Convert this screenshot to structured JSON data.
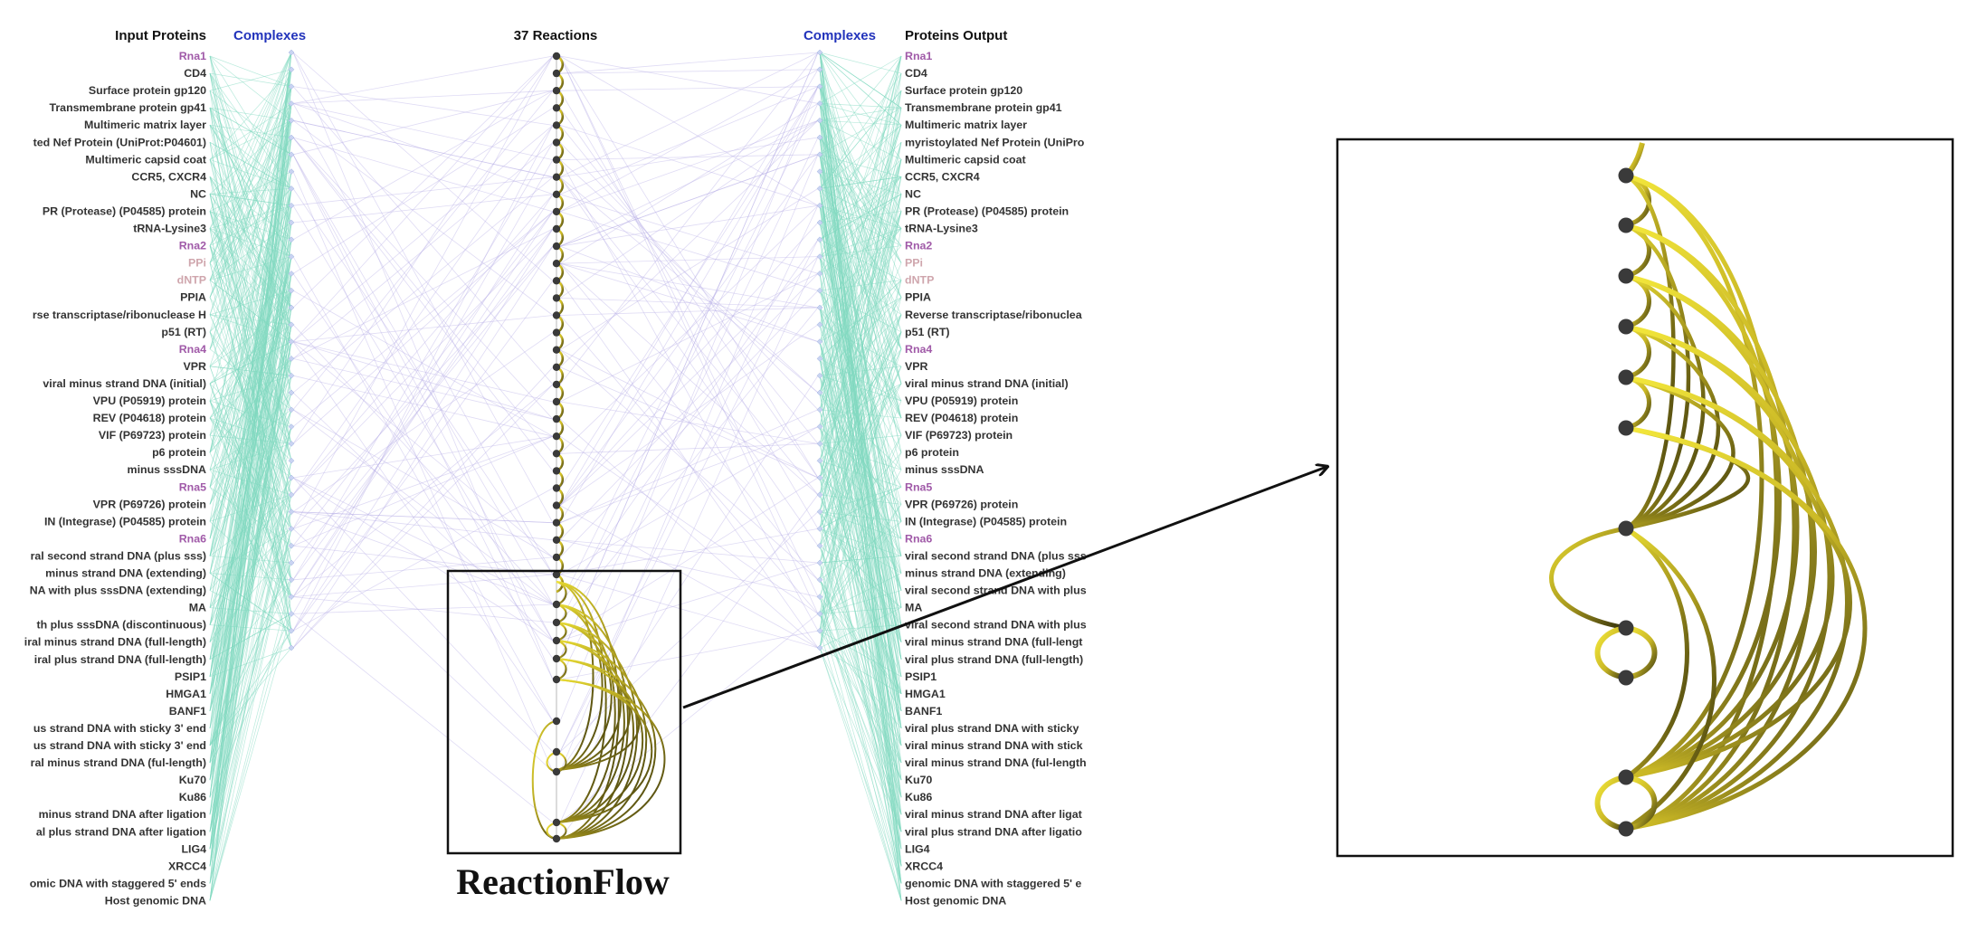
{
  "headers": {
    "input_proteins": "Input Proteins",
    "complexes_left": "Complexes",
    "reactions": "37 Reactions",
    "complexes_right": "Complexes",
    "proteins_output": "Proteins Output"
  },
  "brand": "ReactionFlow",
  "colors": {
    "header_text": "#111111",
    "complex_header": "#2233bb",
    "protein_text": "#333333",
    "rna_text": "#a05aa8",
    "faded_text": "#cfa6ad",
    "teal_links": "#7fd8c0",
    "lavender_links": "#b7b0e6",
    "reaction_node": "#3a3a3a",
    "arc_light": "#f2e63a",
    "arc_dark": "#3d3a10"
  },
  "input_proteins": [
    {
      "label": "Rna1",
      "style": "rna"
    },
    {
      "label": "CD4",
      "style": "normal"
    },
    {
      "label": "Surface protein gp120",
      "style": "normal"
    },
    {
      "label": "Transmembrane protein gp41",
      "style": "normal"
    },
    {
      "label": "Multimeric matrix layer",
      "style": "normal"
    },
    {
      "label": "ted Nef Protein (UniProt:P04601)",
      "style": "normal"
    },
    {
      "label": "Multimeric capsid coat",
      "style": "normal"
    },
    {
      "label": "CCR5, CXCR4",
      "style": "normal"
    },
    {
      "label": "NC",
      "style": "normal"
    },
    {
      "label": "PR (Protease) (P04585) protein",
      "style": "normal"
    },
    {
      "label": "tRNA-Lysine3",
      "style": "normal"
    },
    {
      "label": "Rna2",
      "style": "rna"
    },
    {
      "label": "PPi",
      "style": "faded"
    },
    {
      "label": "dNTP",
      "style": "faded"
    },
    {
      "label": "PPIA",
      "style": "normal"
    },
    {
      "label": "rse transcriptase/ribonuclease H",
      "style": "normal"
    },
    {
      "label": "p51 (RT)",
      "style": "normal"
    },
    {
      "label": "Rna4",
      "style": "rna"
    },
    {
      "label": "VPR",
      "style": "normal"
    },
    {
      "label": "viral minus strand DNA (initial)",
      "style": "normal"
    },
    {
      "label": "VPU (P05919) protein",
      "style": "normal"
    },
    {
      "label": "REV (P04618) protein",
      "style": "normal"
    },
    {
      "label": "VIF (P69723) protein",
      "style": "normal"
    },
    {
      "label": "p6 protein",
      "style": "normal"
    },
    {
      "label": "minus sssDNA",
      "style": "normal"
    },
    {
      "label": "Rna5",
      "style": "rna"
    },
    {
      "label": "VPR (P69726) protein",
      "style": "normal"
    },
    {
      "label": "IN (Integrase) (P04585) protein",
      "style": "normal"
    },
    {
      "label": "Rna6",
      "style": "rna"
    },
    {
      "label": "ral second strand DNA (plus sss)",
      "style": "normal"
    },
    {
      "label": "minus strand DNA (extending)",
      "style": "normal"
    },
    {
      "label": "NA with plus sssDNA (extending)",
      "style": "normal"
    },
    {
      "label": "MA",
      "style": "normal"
    },
    {
      "label": "th plus sssDNA (discontinuous)",
      "style": "normal"
    },
    {
      "label": "iral minus strand DNA (full-length)",
      "style": "normal"
    },
    {
      "label": "iral plus strand DNA (full-length)",
      "style": "normal"
    },
    {
      "label": "PSIP1",
      "style": "normal"
    },
    {
      "label": "HMGA1",
      "style": "normal"
    },
    {
      "label": "BANF1",
      "style": "normal"
    },
    {
      "label": "us strand DNA with sticky 3' end",
      "style": "normal"
    },
    {
      "label": "us strand DNA with sticky 3' end",
      "style": "normal"
    },
    {
      "label": "ral minus strand DNA (ful-length)",
      "style": "normal"
    },
    {
      "label": "Ku70",
      "style": "normal"
    },
    {
      "label": "Ku86",
      "style": "normal"
    },
    {
      "label": "minus strand DNA after ligation",
      "style": "normal"
    },
    {
      "label": "al plus strand DNA after ligation",
      "style": "normal"
    },
    {
      "label": "LIG4",
      "style": "normal"
    },
    {
      "label": "XRCC4",
      "style": "normal"
    },
    {
      "label": "omic DNA with staggered 5' ends",
      "style": "normal"
    },
    {
      "label": "Host genomic DNA",
      "style": "normal"
    }
  ],
  "output_proteins": [
    {
      "label": "Rna1",
      "style": "rna"
    },
    {
      "label": "CD4",
      "style": "normal"
    },
    {
      "label": "Surface protein gp120",
      "style": "normal"
    },
    {
      "label": "Transmembrane protein gp41",
      "style": "normal"
    },
    {
      "label": "Multimeric matrix layer",
      "style": "normal"
    },
    {
      "label": "myristoylated Nef Protein (UniPro",
      "style": "normal"
    },
    {
      "label": "Multimeric capsid coat",
      "style": "normal"
    },
    {
      "label": "CCR5, CXCR4",
      "style": "normal"
    },
    {
      "label": "NC",
      "style": "normal"
    },
    {
      "label": "PR (Protease) (P04585) protein",
      "style": "normal"
    },
    {
      "label": "tRNA-Lysine3",
      "style": "normal"
    },
    {
      "label": "Rna2",
      "style": "rna"
    },
    {
      "label": "PPi",
      "style": "faded"
    },
    {
      "label": "dNTP",
      "style": "faded"
    },
    {
      "label": "PPIA",
      "style": "normal"
    },
    {
      "label": "Reverse transcriptase/ribonuclea",
      "style": "normal"
    },
    {
      "label": "p51 (RT)",
      "style": "normal"
    },
    {
      "label": "Rna4",
      "style": "rna"
    },
    {
      "label": "VPR",
      "style": "normal"
    },
    {
      "label": "viral minus strand DNA (initial)",
      "style": "normal"
    },
    {
      "label": "VPU (P05919) protein",
      "style": "normal"
    },
    {
      "label": "REV (P04618) protein",
      "style": "normal"
    },
    {
      "label": "VIF (P69723) protein",
      "style": "normal"
    },
    {
      "label": "p6 protein",
      "style": "normal"
    },
    {
      "label": "minus sssDNA",
      "style": "normal"
    },
    {
      "label": "Rna5",
      "style": "rna"
    },
    {
      "label": "VPR (P69726) protein",
      "style": "normal"
    },
    {
      "label": "IN (Integrase) (P04585) protein",
      "style": "normal"
    },
    {
      "label": "Rna6",
      "style": "rna"
    },
    {
      "label": "viral second strand DNA (plus sss",
      "style": "normal"
    },
    {
      "label": "minus strand DNA (extending)",
      "style": "normal"
    },
    {
      "label": "viral second strand DNA with plus",
      "style": "normal"
    },
    {
      "label": "MA",
      "style": "normal"
    },
    {
      "label": "viral second strand DNA with plus",
      "style": "normal"
    },
    {
      "label": "viral minus strand DNA (full-lengt",
      "style": "normal"
    },
    {
      "label": "viral plus strand DNA (full-length)",
      "style": "normal"
    },
    {
      "label": "PSIP1",
      "style": "normal"
    },
    {
      "label": "HMGA1",
      "style": "normal"
    },
    {
      "label": "BANF1",
      "style": "normal"
    },
    {
      "label": "viral plus strand DNA with sticky",
      "style": "normal"
    },
    {
      "label": "viral minus strand DNA with stick",
      "style": "normal"
    },
    {
      "label": "viral minus strand DNA (ful-length",
      "style": "normal"
    },
    {
      "label": "Ku70",
      "style": "normal"
    },
    {
      "label": "Ku86",
      "style": "normal"
    },
    {
      "label": "viral minus strand DNA after ligat",
      "style": "normal"
    },
    {
      "label": "viral plus strand DNA after ligatio",
      "style": "normal"
    },
    {
      "label": "LIG4",
      "style": "normal"
    },
    {
      "label": "XRCC4",
      "style": "normal"
    },
    {
      "label": "genomic DNA with staggered 5' e",
      "style": "normal"
    },
    {
      "label": "Host genomic DNA",
      "style": "normal"
    }
  ]
}
